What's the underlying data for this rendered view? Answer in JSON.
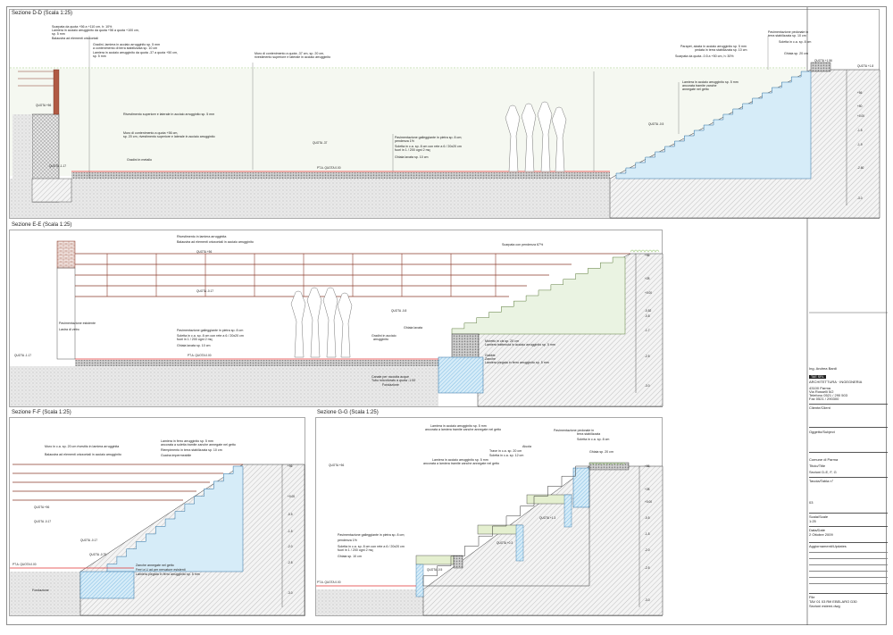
{
  "sections": {
    "dd": {
      "title": "Sezione D-D (Scala 1:25)",
      "notes": [
        "Scarpata da quota +56 a +110 cm, h: 10%",
        "Lamiera in acciaio arrugginito da quota +56 a quota +100 cm,",
        "sp. 5 mm",
        "Balaustra ad elementi orizzontali",
        "Gradini, lamiera in acciaio arrugginito sp. 5 mm",
        "a contenimento di terra stabilizzata sp. 10 cm",
        "Lamiera in acciaio arrugginito da quota -37 a quota +50 cm,",
        "sp. 5 mm",
        "Muro di contenimento a quota -37 cm, sp. 20 cm,",
        "rivestimento superiore e laterale in acciaio arrugginito",
        "Rivestimento superiore e laterale in acciaio arrugginito sp. 5 mm",
        "Muro di contenimento a quota +56 cm,",
        "sp. 20 cm, rivestimento superiore e laterale in acciaio arrugginito",
        "Gradini in metallo",
        "Pavimentazione galleggiante in pietra sp. 8 cm;",
        "pendenza 1%",
        "Soletta in c.a. sp. 8 cm con rete a 6 / 20x20 cm",
        "fuori in 1 / 200 ogni 2 mq",
        "Ghiaia lavata sp. 10 cm",
        "Pavimentazione pedonale in",
        "terra stabilizzata sp. 10 cm",
        "Soletta in c.a. sp. 8 cm",
        "Ghiaia sp. 20 cm",
        "Parapet, alzata in acciaio arrugginito sp. 5 mm",
        "pedata in terra stabilizzata sp. 10 cm",
        "Scarpata da quota -0.5 a +50 cm, h: 30%",
        "Lamiera in acciaio arrugginito sp. 5 mm",
        "ancorata tramite zanche",
        "annegate nel getto"
      ],
      "elevations": [
        "QUOTA +56",
        "QUOTA -37",
        "QUOTA -1.17",
        "PT.A.  QUOTA 0.00",
        "QUOTA +1.56",
        "QUOTA -0.5",
        "QUOTA +1.8",
        "+56",
        "+50",
        "+0.00",
        "-1.5",
        "-1.9",
        "-2.60",
        "-3.0"
      ]
    },
    "ee": {
      "title": "Sezione E-E (Scala 1:25)",
      "notes": [
        "Rivestimento in lamiera arrugginita",
        "Balaustra ad elementi orizzontali in acciaio arrugginito",
        "Scarpata con pendenza 67%",
        "Pavimentazione esistente",
        "Lastra di vetro",
        "Pavimentazione galleggiante in pietra sp. 8 cm",
        "Soletta in c.a. sp. 8 cm con rete a 6 / 20x20 cm",
        "fuori in 1 / 200 ogni 2 mq",
        "Ghiaia lavata sp. 10 cm",
        "Ghiaia lavata",
        "Gradini in acciaio",
        "arrugginito",
        "Muretto in cls sp. 20 cm",
        "Lamiera trattenuta in acciaio arrugginito sp. 5 mm",
        "Gabbie",
        "Zanche",
        "Lamiera piegata in ferro arrugginito sp. 5 mm",
        "Canale per raccolta acque",
        "Tubo microforato a quota -1.00",
        "Fondazione"
      ],
      "elevations": [
        "QUOTA +56",
        "QUOTA -0.17",
        "QUOTA -1.17",
        "PT.A.  QUOTA 0.00",
        "QUOTA -0.8",
        "+56",
        "+28",
        "+0.00",
        "-0.52",
        "-0.8",
        "-1.7",
        "-2.5",
        "-3.0"
      ]
    },
    "ff": {
      "title": "Sezione F-F (Scala 1:25)",
      "notes": [
        "Muro in c.a. sp. 20 cm rivestito in lamiera arrugginita",
        "Balaustra ad elementi orizzontali in acciaio arrugginito",
        "Lamiera in ferro arrugginito sp. 5 mm",
        "ancorata a soletta tramite zanche annegate nel getto",
        "Riempimento in terra stabilizzata sp. 10 cm",
        "Guaina impermeabile",
        "Zanche annegate nel getto",
        "Ferri a U ad per nervature esistenti",
        "Lamiera piegata in ferro arrugginito sp. 5 mm",
        "Fondazione"
      ],
      "elevations": [
        "QUOTA +56",
        "QUOTA -0.17",
        "QUOTA -0.17",
        "PT.A.  QUOTA 0.00",
        "QUOTA -0.75",
        "+56",
        "+0.00",
        "-0.5",
        "-1.5",
        "-2.0",
        "-2.5",
        "-3.0"
      ]
    },
    "gg": {
      "title": "Sezione G-G (Scala 1:25)",
      "notes": [
        "Lamiera in acciaio arrugginito sp. 5 mm",
        "ancorata a lamiera tramite zanche annegate nel getto",
        "Pavimentazione pedonale in",
        "terra stabilizzata",
        "Soletta in c.a. sp. 8 cm",
        "Ghiaia sp. 20 cm",
        "Aiuola",
        "Trave in c.a. sp. 20 cm",
        "Soletta in c.a. sp. 12 cm",
        "Lamiera in acciaio arrugginito sp. 5 mm",
        "ancorata a lamiera tramite zanche annegate nel getto",
        "Pavimentazione galleggiante in pietra sp. 8 cm;",
        "pendenza 1%",
        "Soletta in c.a. sp. 8 cm con rete a 6 / 20x20 cm",
        "fuori in 1 / 200 ogni 2 mq",
        "Ghiaia sp. 10 cm"
      ],
      "elevations": [
        "QUOTA +56",
        "QUOTA +1.3",
        "QUOTA +0.3",
        "PT.A.  QUOTA 0.00",
        "QUOTA -0.5",
        "+56",
        "+28",
        "+0.00",
        "-0.5",
        "-1.5",
        "-2.0",
        "-2.5",
        "-3.0"
      ]
    }
  },
  "title_block": {
    "firm": "Ing. Andrea Bardi",
    "firm_tag": "TAE SRL",
    "firm_sub": "ARCHITETTURA · INGEGNERIA",
    "address": [
      "43100  Parma",
      "Via Rosselli 5/2",
      "Telefono 0521 / 290 503",
      "Fax 0521 / 290300"
    ],
    "client_label": "Cliente/Client",
    "object_label": "Oggetto/Subject",
    "object_value": "Comune di Parma",
    "title_label": "Titolo/Title",
    "title_value": "Sezioni D-E, F, G",
    "sheet_label": "Tavola/Tabla n°",
    "sheet_value": "03",
    "scale_label": "Scala/Scale",
    "scale_value": "1:25",
    "date_label": "Data/Date",
    "date_value": "2 Ottobre 2009",
    "revisions_label": "Aggiornamenti/Updates",
    "file_label": "File",
    "file_value": "TAV 01 03 Rifi EBELARO D30",
    "file_value2": "Sezioni esterni.dwg"
  },
  "colors": {
    "ink": "#2a2a2a",
    "rust": "#8a3a2a",
    "water_blue": "#4aa0d8",
    "grass_green": "#8fbf6a",
    "red_line": "#e03030"
  }
}
